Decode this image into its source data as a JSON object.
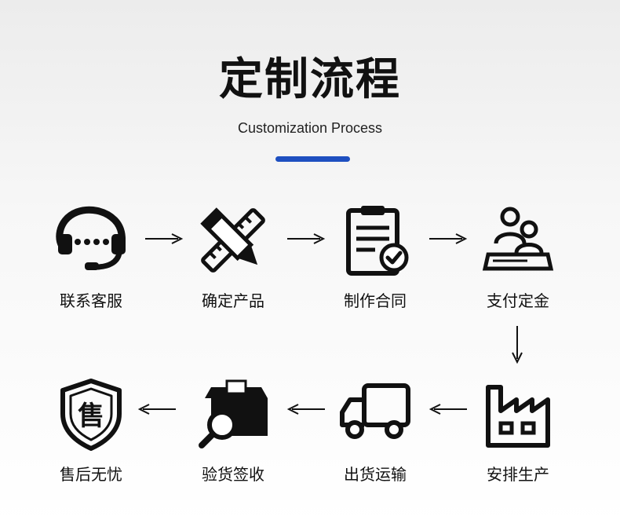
{
  "header": {
    "title": "定制流程",
    "subtitle": "Customization Process",
    "accent_color": "#1e4fc0"
  },
  "steps": [
    {
      "label": "联系客服",
      "icon": "headset-icon"
    },
    {
      "label": "确定产品",
      "icon": "pencil-ruler-icon"
    },
    {
      "label": "制作合同",
      "icon": "contract-clipboard-icon"
    },
    {
      "label": "支付定金",
      "icon": "people-document-icon"
    },
    {
      "label": "安排生产",
      "icon": "factory-icon"
    },
    {
      "label": "出货运输",
      "icon": "delivery-truck-icon"
    },
    {
      "label": "验货签收",
      "icon": "box-inspection-icon"
    },
    {
      "label": "售后无忧",
      "icon": "shield-after-sale-icon"
    }
  ],
  "shield_char": "售"
}
